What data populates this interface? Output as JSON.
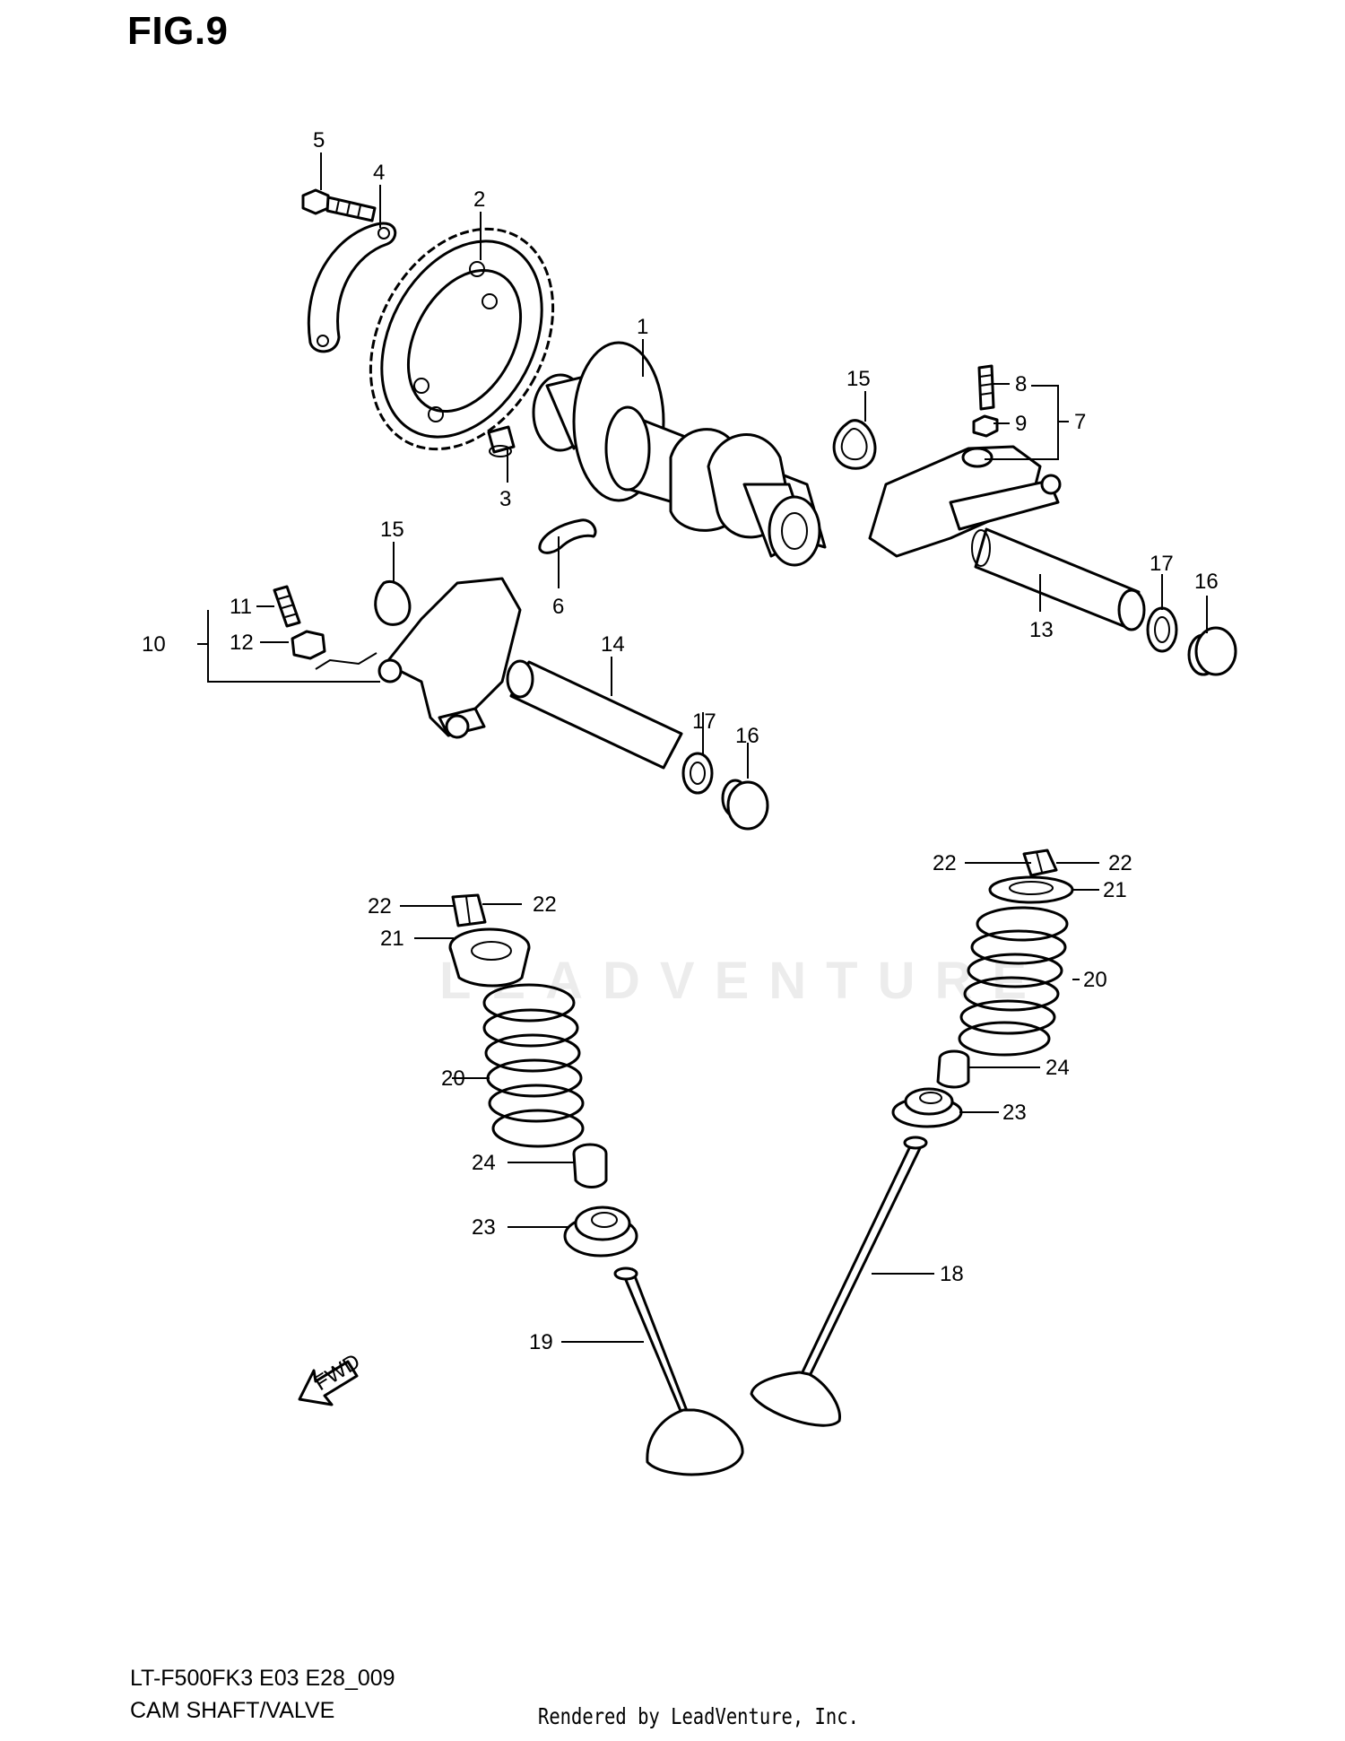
{
  "figure": {
    "title": "FIG.9",
    "footer_code": "LT-F500FK3 E03 E28_009",
    "footer_name": "CAM SHAFT/VALVE",
    "credit": "Rendered by LeadVenture, Inc.",
    "watermark": "LEADVENTURE"
  },
  "callouts": [
    "1",
    "2",
    "3",
    "4",
    "5",
    "6",
    "7",
    "8",
    "9",
    "10",
    "11",
    "12",
    "13",
    "14",
    "15",
    "16",
    "17",
    "18",
    "19",
    "20",
    "21",
    "22",
    "23",
    "24"
  ],
  "fwd_label": "FWD",
  "icons": {
    "fwd": "fwd-arrow-icon",
    "watermark_logo": "flame-v-logo-icon"
  }
}
